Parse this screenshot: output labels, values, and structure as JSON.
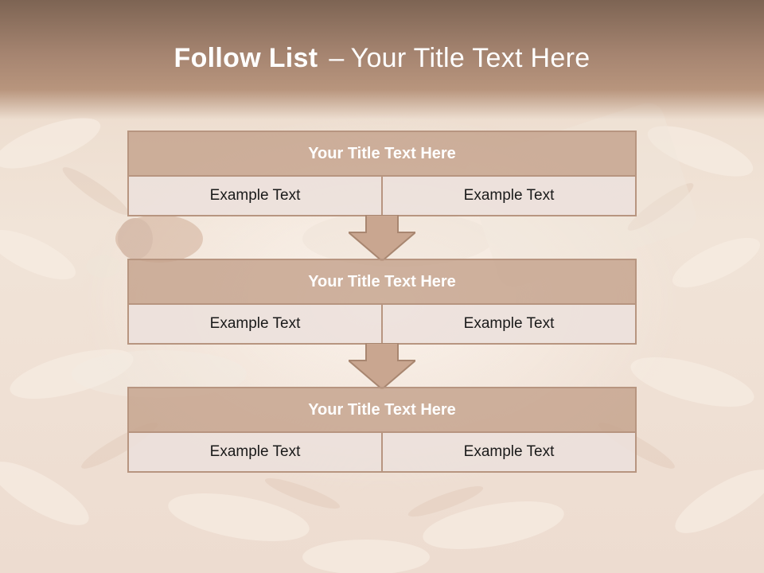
{
  "slide": {
    "title_bold": "Follow List",
    "title_sep": "–",
    "title_rest": "Your Title Text Here"
  },
  "steps": [
    {
      "title": "Your Title Text Here",
      "left": "Example Text",
      "right": "Example Text"
    },
    {
      "title": "Your Title Text Here",
      "left": "Example Text",
      "right": "Example Text"
    },
    {
      "title": "Your Title Text Here",
      "left": "Example Text",
      "right": "Example Text"
    }
  ],
  "colors": {
    "header": "#a58470",
    "box_title": "#c4a28c",
    "box_border": "#b79580",
    "cell": "#ece0dc"
  },
  "icons": [
    "down-arrow-icon",
    "down-arrow-icon"
  ]
}
